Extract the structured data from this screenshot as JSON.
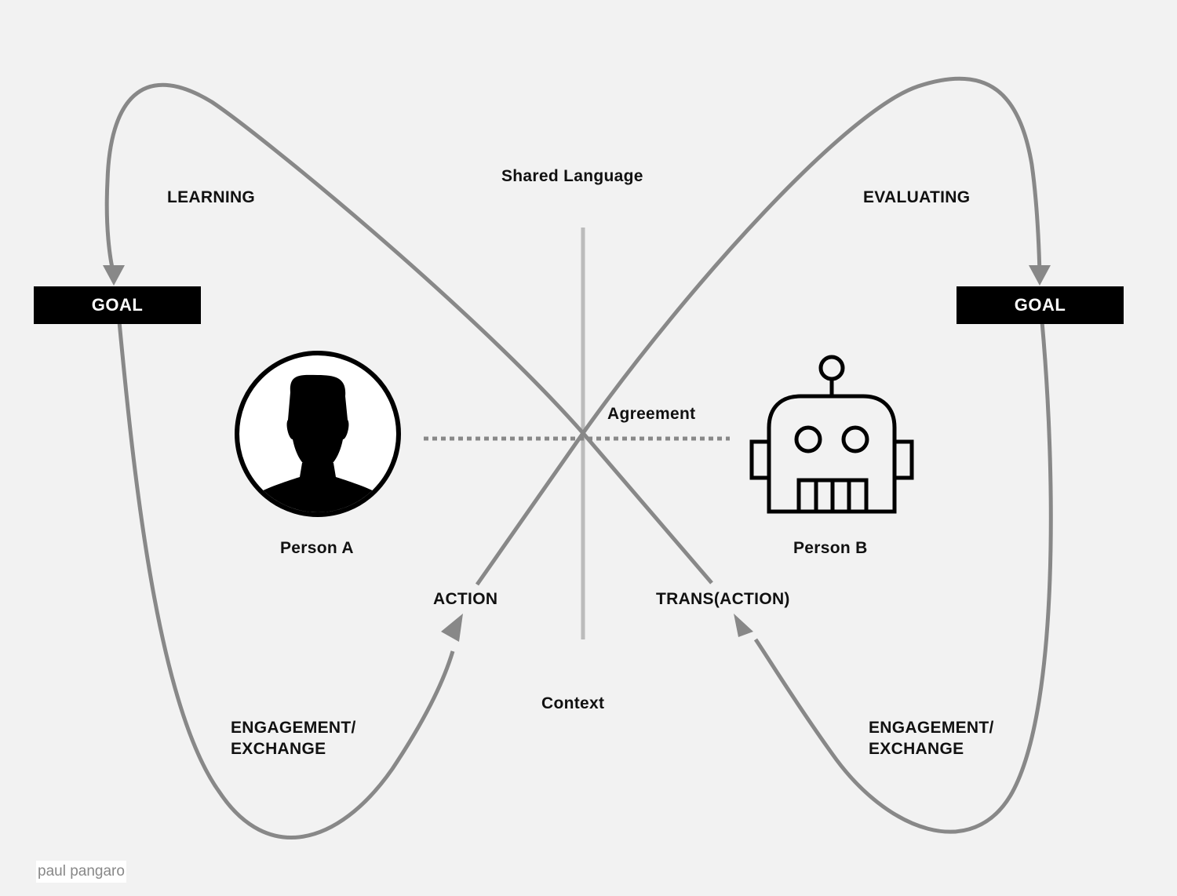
{
  "labels": {
    "shared_language": "Shared Language",
    "learning": "LEARNING",
    "evaluating": "EVALUATING",
    "agreement": "Agreement",
    "person_a": "Person A",
    "person_b": "Person B",
    "action": "ACTION",
    "transaction": "TRANS(ACTION)",
    "context": "Context",
    "engagement_left": [
      "ENGAGEMENT/",
      "EXCHANGE"
    ],
    "engagement_right": [
      "ENGAGEMENT/",
      "EXCHANGE"
    ]
  },
  "goals": {
    "left": "GOAL",
    "right": "GOAL"
  },
  "credit": "paul pangaro",
  "icons": {
    "person_a": "person-silhouette-icon",
    "person_b": "robot-icon"
  },
  "colors": {
    "background": "#f2f2f2",
    "loop": "#888888",
    "axis": "#bbbbbb",
    "goal_box": "#000000",
    "text": "#111111"
  }
}
